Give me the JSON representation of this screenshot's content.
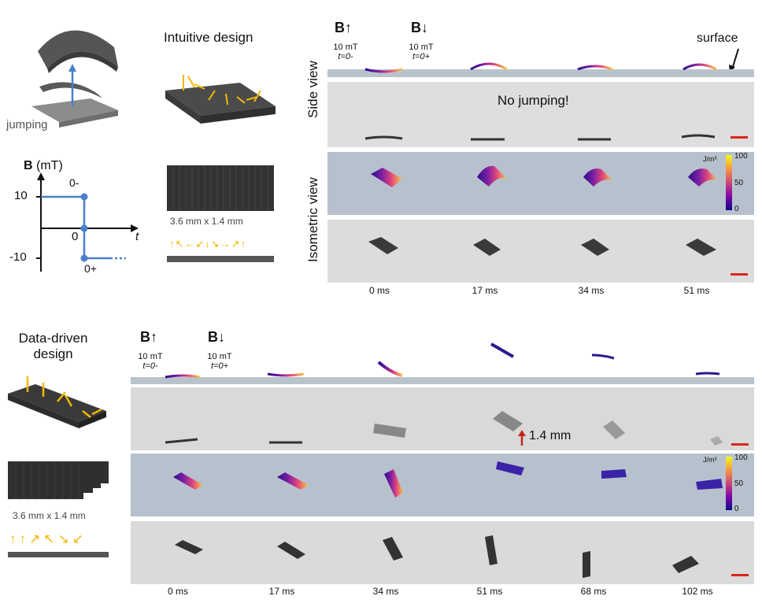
{
  "top": {
    "jumping_label": "jumping",
    "field_axis_label": "B",
    "field_axis_unit": "(mT)",
    "axis_ticks": {
      "y_pos": "10",
      "y_neg": "-10",
      "origin": "0",
      "t": "t"
    },
    "points": {
      "minus": "0-",
      "plus": "0+"
    },
    "design_title": "Intuitive design",
    "dimensions": "3.6 mm x 1.4 mm",
    "magnetization_glyphs": "↑↖←↙↓↘→↗↑",
    "side_view": "Side view",
    "isometric_view": "Isometric view",
    "b_up": "B↑",
    "b_down": "B↓",
    "field_value_1": "10 mT",
    "time_1": "t=0-",
    "field_value_2": "10 mT",
    "time_2": "t=0+",
    "surface_label": "surface",
    "no_jump": "No jumping!",
    "colorbar_unit": "J/m³",
    "colorbar_max": "100",
    "colorbar_mid": "50",
    "colorbar_min": "0",
    "times": [
      "0 ms",
      "17 ms",
      "34 ms",
      "51 ms"
    ]
  },
  "bottom": {
    "design_title_line1": "Data-driven",
    "design_title_line2": "design",
    "dimensions": "3.6 mm x 1.4 mm",
    "magnetization_glyphs": "↑↑↗↖↘↙",
    "b_up": "B↑",
    "b_down": "B↓",
    "field_value_1": "10 mT",
    "time_1": "t=0-",
    "field_value_2": "10 mT",
    "time_2": "t=0+",
    "jump_height": "1.4 mm",
    "colorbar_unit": "J/m³",
    "colorbar_max": "100",
    "colorbar_mid": "50",
    "colorbar_min": "0",
    "times": [
      "0 ms",
      "17 ms",
      "34 ms",
      "51 ms",
      "68 ms",
      "102 ms"
    ]
  },
  "colors": {
    "accent_blue": "#4a7fc9",
    "arrow_yellow": "#f2b705",
    "scale_red": "#d8261b",
    "sim_bg": "#b7c1cd",
    "strip_bg": "#b9c3cc"
  }
}
